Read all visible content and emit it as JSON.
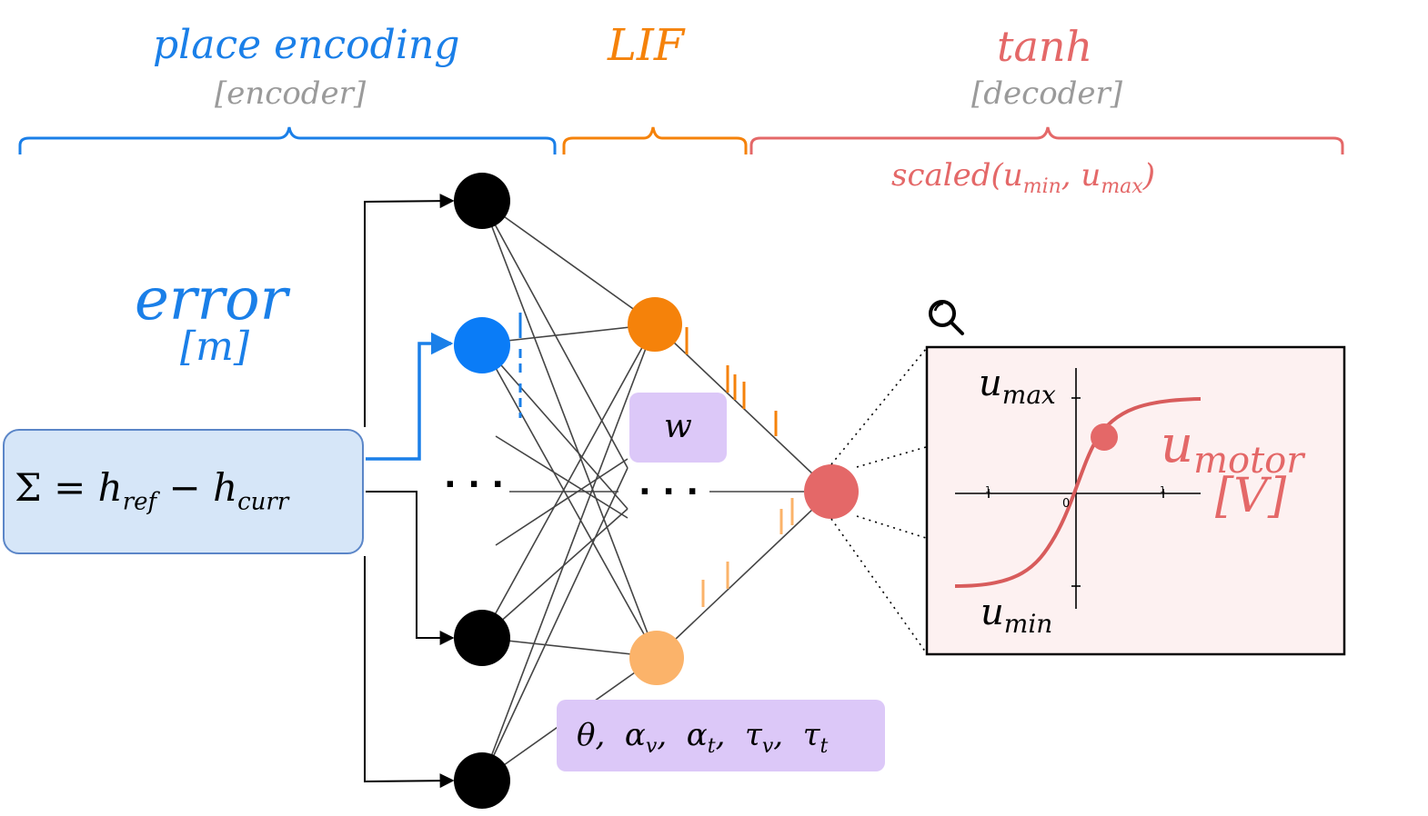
{
  "sections": {
    "encoder": {
      "title": "place encoding",
      "subtitle": "[encoder]"
    },
    "lif": {
      "title": "LIF"
    },
    "decoder": {
      "title": "tanh",
      "subtitle": "[decoder]",
      "scaled_prefix": "scaled(",
      "umin_base": "u",
      "umin_sub": "min",
      "sep": ", ",
      "umax_base": "u",
      "umax_sub": "max",
      "scaled_suffix": ")"
    }
  },
  "input": {
    "label": "error",
    "unit": "[m]",
    "formula": {
      "sigma": "Σ",
      "eq": "=",
      "h1": "h",
      "h1_sub": "ref",
      "minus": "−",
      "h2": "h",
      "h2_sub": "curr"
    }
  },
  "network": {
    "ellipsis_left": "· · ·",
    "ellipsis_mid": "· · ·",
    "weight_label": "w",
    "params": {
      "theta": "θ",
      "alpha_v": "α",
      "alpha_v_sub": "v",
      "alpha_t": "α",
      "alpha_t_sub": "t",
      "tau_v": "τ",
      "tau_v_sub": "v",
      "tau_t": "τ",
      "tau_t_sub": "t"
    }
  },
  "zoom": {
    "icon": "magnifier-icon",
    "umax_base": "u",
    "umax_sub": "max",
    "umin_base": "u",
    "umin_sub": "min",
    "zero": "0",
    "tick_left": "1",
    "tick_right": "1"
  },
  "output": {
    "label_base": "u",
    "label_sub": "motor",
    "unit": "[V]"
  },
  "colors": {
    "blue": "#1a7fe8",
    "orange": "#f5820a",
    "light_orange": "#fbb36a",
    "red": "#e46868",
    "gray": "#9a9a9a",
    "purple_box": "#dcc8f8",
    "formula_box": "#d6e6f8",
    "zoom_bg": "#fdf1f1"
  }
}
